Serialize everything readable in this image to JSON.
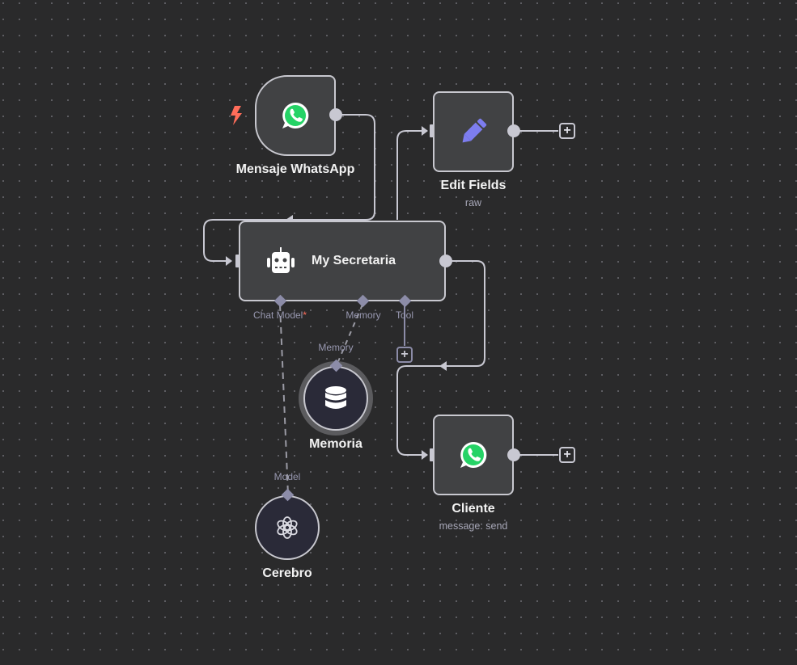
{
  "canvas": {
    "background": "#2a2a2b",
    "grid": "dots"
  },
  "colors": {
    "node_fill": "#414244",
    "node_border": "#c8c8cf",
    "connection": "#c8c8d2",
    "sub_connection": "#8c8ca8",
    "whatsapp_green": "#25d366",
    "edit_purple": "#7d7df0",
    "trigger_red": "#ff6d5a"
  },
  "nodes": {
    "trigger": {
      "name": "Mensaje WhatsApp",
      "icon": "whatsapp-icon",
      "type": "trigger",
      "badge_icon": "lightning-bolt-icon"
    },
    "edit_fields": {
      "name": "Edit Fields",
      "subtitle": "raw",
      "icon": "pencil-icon"
    },
    "agent": {
      "name": "My Secretaria",
      "icon": "robot-icon",
      "ports": {
        "chat_model": "Chat Model",
        "chat_model_required": "*",
        "memory": "Memory",
        "tool": "Tool"
      }
    },
    "memoria": {
      "name": "Memoria",
      "icon": "database-icon",
      "port_label": "Memory",
      "selected": true
    },
    "cerebro": {
      "name": "Cerebro",
      "icon": "openai-icon",
      "port_label": "Model"
    },
    "cliente": {
      "name": "Cliente",
      "subtitle": "message: send",
      "icon": "whatsapp-icon"
    }
  },
  "buttons": {
    "add": "+"
  }
}
